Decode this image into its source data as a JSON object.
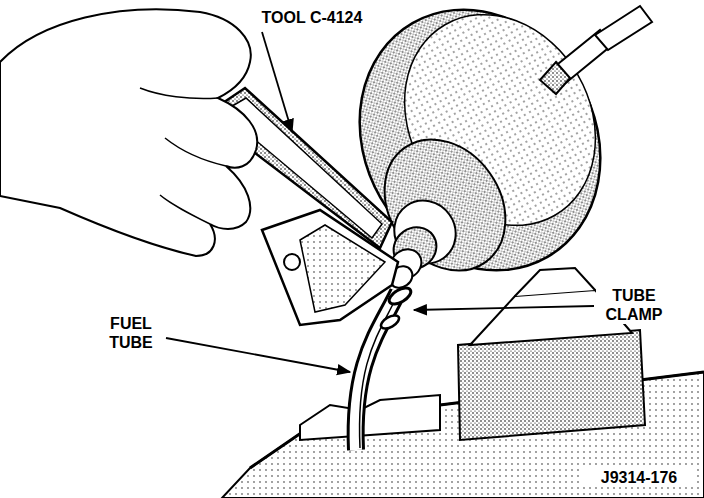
{
  "diagram": {
    "labels": [
      "TOOL C-4124",
      "TUBE CLAMP",
      "FUEL TUBE",
      "J9314-176"
    ]
  }
}
